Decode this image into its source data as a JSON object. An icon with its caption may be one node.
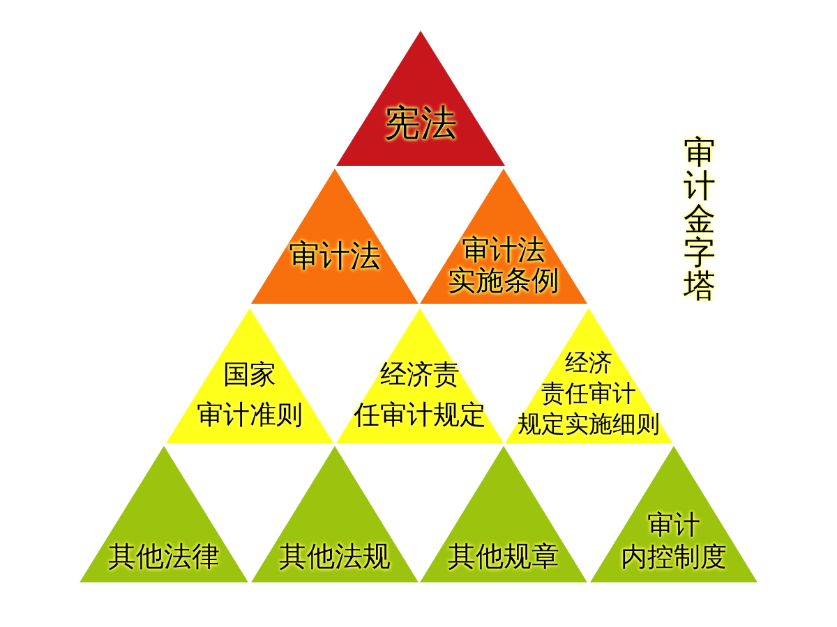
{
  "diagram": {
    "title": "审计金字塔",
    "nodes": [
      {
        "text": [
          "宪法"
        ]
      },
      {
        "text": [
          "审计法"
        ]
      },
      {
        "text": [
          "审计法实施条例"
        ]
      },
      {
        "text": [
          "国家审计准则"
        ]
      },
      {
        "text": [
          "经济责任审计规定"
        ]
      },
      {
        "text": [
          "经济责任审计规定实施细则"
        ]
      },
      {
        "text": [
          "其他法律"
        ]
      },
      {
        "text": [
          "其他法规"
        ]
      },
      {
        "text": [
          "其他规章"
        ]
      },
      {
        "text": [
          "审计内控制度"
        ]
      }
    ]
  }
}
